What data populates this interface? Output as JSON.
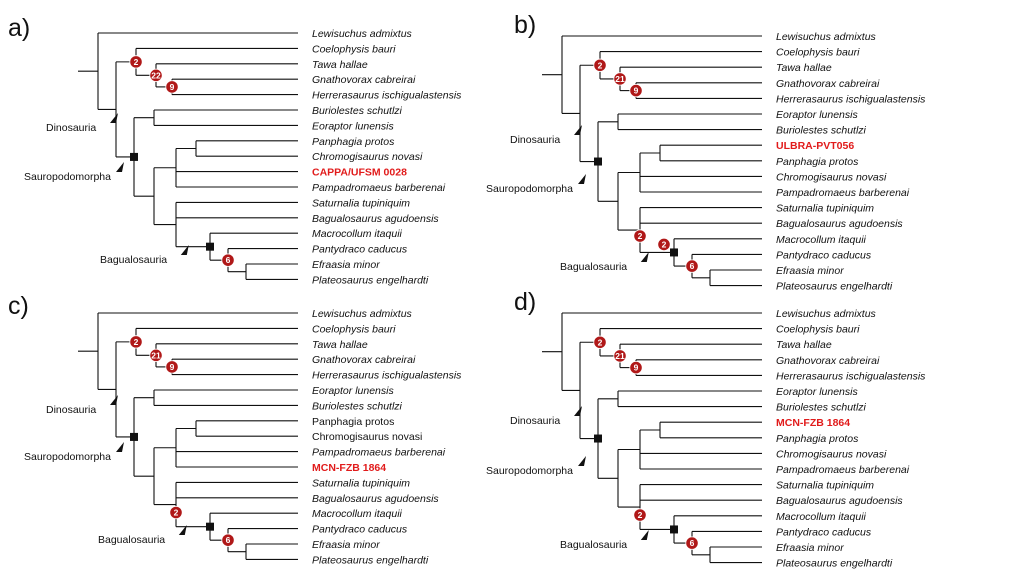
{
  "colors": {
    "highlight": "#e11b1b",
    "support_circle": "#b01818",
    "line": "#111111"
  },
  "panels": [
    {
      "label": "a)",
      "taxa": [
        {
          "name": "Lewisuchus admixtus",
          "italic": true
        },
        {
          "name": "Coelophysis bauri",
          "italic": true
        },
        {
          "name": "Tawa hallae",
          "italic": true
        },
        {
          "name": "Gnathovorax cabreirai",
          "italic": true
        },
        {
          "name": "Herrerasaurus ischigualastensis",
          "italic": true
        },
        {
          "name": "Buriolestes schutlzi",
          "italic": true
        },
        {
          "name": "Eoraptor lunensis",
          "italic": true
        },
        {
          "name": "Panphagia protos",
          "italic": true
        },
        {
          "name": "Chromogisaurus novasi",
          "italic": true
        },
        {
          "name": "CAPPA/UFSM 0028",
          "highlight": true
        },
        {
          "name": "Pampadromaeus barberenai",
          "italic": true
        },
        {
          "name": "Saturnalia tupiniquim",
          "italic": true
        },
        {
          "name": "Bagualosaurus agudoensis",
          "italic": true
        },
        {
          "name": "Macrocollum itaquii",
          "italic": true
        },
        {
          "name": "Pantydraco caducus",
          "italic": true
        },
        {
          "name": "Efraasia minor",
          "italic": true
        },
        {
          "name": "Plateosaurus engelhardti",
          "italic": true
        }
      ],
      "support": [
        "2",
        "22",
        "9",
        "6"
      ],
      "clades": [
        "Dinosauria",
        "Sauropodomorpha",
        "Bagualosauria"
      ]
    },
    {
      "label": "b)",
      "taxa": [
        {
          "name": "Lewisuchus admixtus",
          "italic": true
        },
        {
          "name": "Coelophysis bauri",
          "italic": true
        },
        {
          "name": "Tawa hallae",
          "italic": true
        },
        {
          "name": "Gnathovorax cabreirai",
          "italic": true
        },
        {
          "name": "Herrerasaurus ischigualastensis",
          "italic": true
        },
        {
          "name": "Eoraptor lunensis",
          "italic": true
        },
        {
          "name": "Buriolestes schutlzi",
          "italic": true
        },
        {
          "name": "ULBRA-PVT056",
          "highlight": true
        },
        {
          "name": "Panphagia protos",
          "italic": true
        },
        {
          "name": "Chromogisaurus novasi",
          "italic": true
        },
        {
          "name": "Pampadromaeus barberenai",
          "italic": true
        },
        {
          "name": "Saturnalia tupiniquim",
          "italic": true
        },
        {
          "name": "Bagualosaurus agudoensis",
          "italic": true
        },
        {
          "name": "Macrocollum itaquii",
          "italic": true
        },
        {
          "name": "Pantydraco caducus",
          "italic": true
        },
        {
          "name": "Efraasia minor",
          "italic": true
        },
        {
          "name": "Plateosaurus engelhardti",
          "italic": true
        }
      ],
      "support": [
        "2",
        "21",
        "9",
        "2",
        "2",
        "6"
      ],
      "clades": [
        "Dinosauria",
        "Sauropodomorpha",
        "Bagualosauria"
      ]
    },
    {
      "label": "c)",
      "taxa": [
        {
          "name": "Lewisuchus admixtus",
          "italic": true
        },
        {
          "name": "Coelophysis bauri",
          "italic": true
        },
        {
          "name": "Tawa hallae",
          "italic": true
        },
        {
          "name": "Gnathovorax cabreirai",
          "italic": true
        },
        {
          "name": "Herrerasaurus ischigualastensis",
          "italic": true
        },
        {
          "name": "Eoraptor lunensis",
          "italic": true
        },
        {
          "name": "Buriolestes schutlzi",
          "italic": true
        },
        {
          "name": "Panphagia protos",
          "italic": false
        },
        {
          "name": "Chromogisaurus novasi",
          "italic": false
        },
        {
          "name": "Pampadromaeus barberenai",
          "italic": true
        },
        {
          "name": "MCN-FZB 1864",
          "highlight": true
        },
        {
          "name": "Saturnalia tupiniquim",
          "italic": true
        },
        {
          "name": "Bagualosaurus agudoensis",
          "italic": true
        },
        {
          "name": "Macrocollum itaquii",
          "italic": true
        },
        {
          "name": "Pantydraco caducus",
          "italic": true
        },
        {
          "name": "Efraasia minor",
          "italic": true
        },
        {
          "name": "Plateosaurus engelhardti",
          "italic": true
        }
      ],
      "support": [
        "2",
        "21",
        "9",
        "2",
        "6"
      ],
      "clades": [
        "Dinosauria",
        "Sauropodomorpha",
        "Bagualosauria"
      ]
    },
    {
      "label": "d)",
      "taxa": [
        {
          "name": "Lewisuchus admixtus",
          "italic": true
        },
        {
          "name": "Coelophysis bauri",
          "italic": true
        },
        {
          "name": "Tawa hallae",
          "italic": true
        },
        {
          "name": "Gnathovorax cabreirai",
          "italic": true
        },
        {
          "name": "Herrerasaurus ischigualastensis",
          "italic": true
        },
        {
          "name": "Eoraptor lunensis",
          "italic": true
        },
        {
          "name": "Buriolestes schutlzi",
          "italic": true
        },
        {
          "name": "MCN-FZB 1864",
          "highlight": true
        },
        {
          "name": "Panphagia protos",
          "italic": true
        },
        {
          "name": "Chromogisaurus novasi",
          "italic": true
        },
        {
          "name": "Pampadromaeus barberenai",
          "italic": true
        },
        {
          "name": "Saturnalia tupiniquim",
          "italic": true
        },
        {
          "name": "Bagualosaurus agudoensis",
          "italic": true
        },
        {
          "name": "Macrocollum itaquii",
          "italic": true
        },
        {
          "name": "Pantydraco caducus",
          "italic": true
        },
        {
          "name": "Efraasia minor",
          "italic": true
        },
        {
          "name": "Plateosaurus engelhardti",
          "italic": true
        }
      ],
      "support": [
        "2",
        "21",
        "9",
        "2",
        "6"
      ],
      "clades": [
        "Dinosauria",
        "Sauropodomorpha",
        "Bagualosauria"
      ]
    }
  ]
}
